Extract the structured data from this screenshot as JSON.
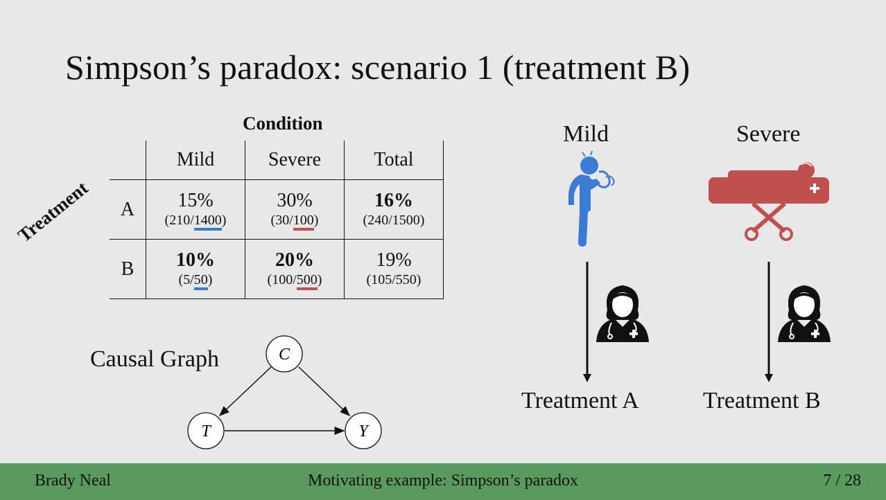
{
  "slide": {
    "title": "Simpson’s paradox: scenario 1 (treatment B)"
  },
  "table": {
    "column_group_header": "Condition",
    "row_group_header": "Treatment",
    "columns": [
      "Mild",
      "Severe",
      "Total"
    ],
    "rows": [
      {
        "label": "A",
        "cells": [
          {
            "pct": "15%",
            "frac_pre": "(210/",
            "frac_ul": "1400",
            "frac_post": ")"
          },
          {
            "pct": "30%",
            "frac_pre": "(30/",
            "frac_ul": "100",
            "frac_post": ")"
          },
          {
            "pct": "16%",
            "frac_pre": "(240/1500)",
            "frac_ul": "",
            "frac_post": ""
          }
        ]
      },
      {
        "label": "B",
        "cells": [
          {
            "pct": "10%",
            "frac_pre": "(5/",
            "frac_ul": "50",
            "frac_post": ")"
          },
          {
            "pct": "20%",
            "frac_pre": "(100/",
            "frac_ul": "500",
            "frac_post": ")"
          },
          {
            "pct": "19%",
            "frac_pre": "(105/550)",
            "frac_ul": "",
            "frac_post": ""
          }
        ]
      }
    ]
  },
  "causal_graph": {
    "label": "Causal Graph",
    "nodes": {
      "c": "C",
      "t": "T",
      "y": "Y"
    }
  },
  "diagram": {
    "mild_label": "Mild",
    "severe_label": "Severe",
    "treatment_a": "Treatment A",
    "treatment_b": "Treatment B"
  },
  "colors": {
    "mild_blue": "#3a7bd5",
    "severe_red": "#c0504d",
    "footer_green": "#5a9a5e"
  },
  "footer": {
    "author": "Brady Neal",
    "section": "Motivating example: Simpson’s paradox",
    "page": "7 / 28"
  }
}
